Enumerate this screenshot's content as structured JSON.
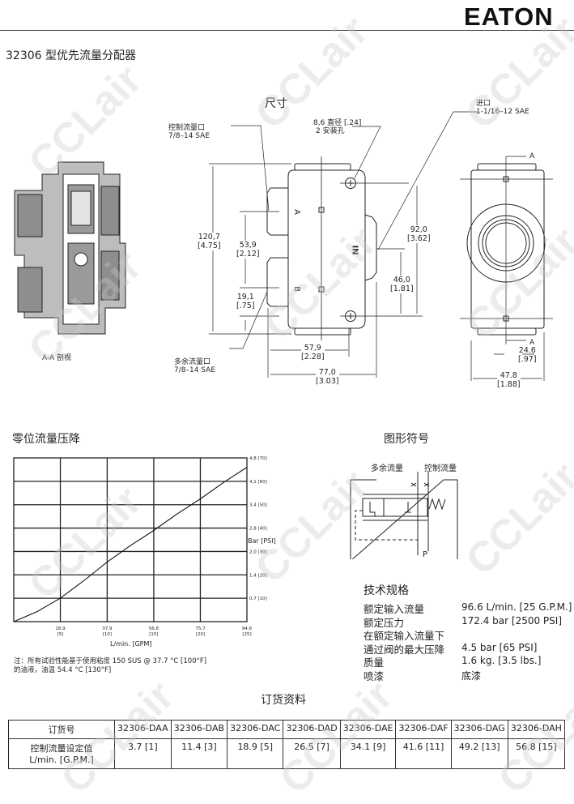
{
  "header": {
    "logo": "EATON",
    "title": "32306 型优先流量分配器"
  },
  "watermark": "CCLair",
  "dimensions": {
    "heading": "尺寸",
    "section_label": "A-A 剖视",
    "control_port": [
      "控制流量口",
      "7/8–14 SAE"
    ],
    "excess_port": [
      "多余流量口",
      "7/8–14 SAE"
    ],
    "inlet_port": [
      "进口",
      "1-1/16–12 SAE"
    ],
    "mount_holes": [
      "8,6 直径 [.24]",
      "2 安装孔"
    ],
    "port_a": "A",
    "port_b": "B",
    "port_in": "IN",
    "section_mark": "A",
    "d_height": [
      "120,7",
      "[4.75]"
    ],
    "d_ab": [
      "53,9",
      "[2.12]"
    ],
    "d_b": [
      "19,1",
      "[.75]"
    ],
    "d_holes": [
      "92,0",
      "[3.62]"
    ],
    "d_in": [
      "46,0",
      "[1.81]"
    ],
    "d_width1": [
      "57,9",
      "[2.28]"
    ],
    "d_width2": [
      "77,0",
      "[3.03]"
    ],
    "d_side1": [
      "24.6",
      "[.97]"
    ],
    "d_side2": [
      "47.8",
      "[1.88]"
    ]
  },
  "chart_heading": "零位流量压降",
  "chart_data": {
    "type": "line",
    "title": "零位流量压降",
    "xlabel": "L/min. [GPM]",
    "ylabel": "Bar [PSI]",
    "xlim": [
      0,
      94.6
    ],
    "ylim_psi": [
      0,
      70
    ],
    "x_ticks": [
      {
        "v": 18.9,
        "l1": "18,9",
        "l2": "[5]"
      },
      {
        "v": 37.9,
        "l1": "37,9",
        "l2": "[10]"
      },
      {
        "v": 56.8,
        "l1": "56,8",
        "l2": "[15]"
      },
      {
        "v": 75.7,
        "l1": "75,7",
        "l2": "[20]"
      },
      {
        "v": 94.6,
        "l1": "94,6",
        "l2": "[25]"
      }
    ],
    "y_ticks": [
      {
        "psi": 10,
        "l": "0,7 [10]"
      },
      {
        "psi": 20,
        "l": "1,4 [20]"
      },
      {
        "psi": 30,
        "l": "2,0 [30]"
      },
      {
        "psi": 40,
        "l": "2,8 [40]"
      },
      {
        "psi": 50,
        "l": "3,4 [50]"
      },
      {
        "psi": 60,
        "l": "4,1 [60]"
      },
      {
        "psi": 70,
        "l": "4,8 [70]"
      }
    ],
    "grid": true,
    "series": [
      {
        "name": "pressure drop",
        "x": [
          0,
          9.5,
          18.9,
          28.4,
          37.9,
          47.3,
          56.8,
          66.2,
          75.7,
          85.1,
          94.6
        ],
        "y_psi": [
          0,
          4.3,
          10,
          17.5,
          25.5,
          32.5,
          39,
          46,
          52.5,
          59.5,
          66
        ]
      }
    ],
    "note": [
      "注：所有试验性能基于使用粘度 150 SUS @ 37.7 °C [100°F]",
      "的油液，油温 54.4 °C [130°F]"
    ]
  },
  "symbol": {
    "heading": "图形符号",
    "excess": "多余流量",
    "control": "控制流量",
    "p": "P"
  },
  "specs": {
    "heading": "技术规格",
    "rows": [
      {
        "k": "额定输入流量",
        "v": "96.6 L/min. [25 G.P.M.]"
      },
      {
        "k": "额定压力",
        "v": "172.4 bar [2500 PSI]"
      },
      {
        "k": "在额定输入流量下",
        "v": ""
      },
      {
        "k": "通过阀的最大压降",
        "v": "4.5 bar [65 PSI]"
      },
      {
        "k": "质量",
        "v": "1.6 kg. [3.5 lbs.]"
      },
      {
        "k": "喷漆",
        "v": "底漆"
      }
    ]
  },
  "ordering": {
    "heading": "订货资料",
    "row1_label": "订货号",
    "row2_label": [
      "控制流量设定值",
      "L/min. [G.P.M.]"
    ],
    "models": [
      "32306-DAA",
      "32306-DAB",
      "32306-DAC",
      "32306-DAD",
      "32306-DAE",
      "32306-DAF",
      "32306-DAG",
      "32306-DAH"
    ],
    "settings": [
      "3.7 [1]",
      "11.4 [3]",
      "18.9 [5]",
      "26.5 [7]",
      "34.1 [9]",
      "41.6 [11]",
      "49.2 [13]",
      "56.8 [15]"
    ]
  }
}
